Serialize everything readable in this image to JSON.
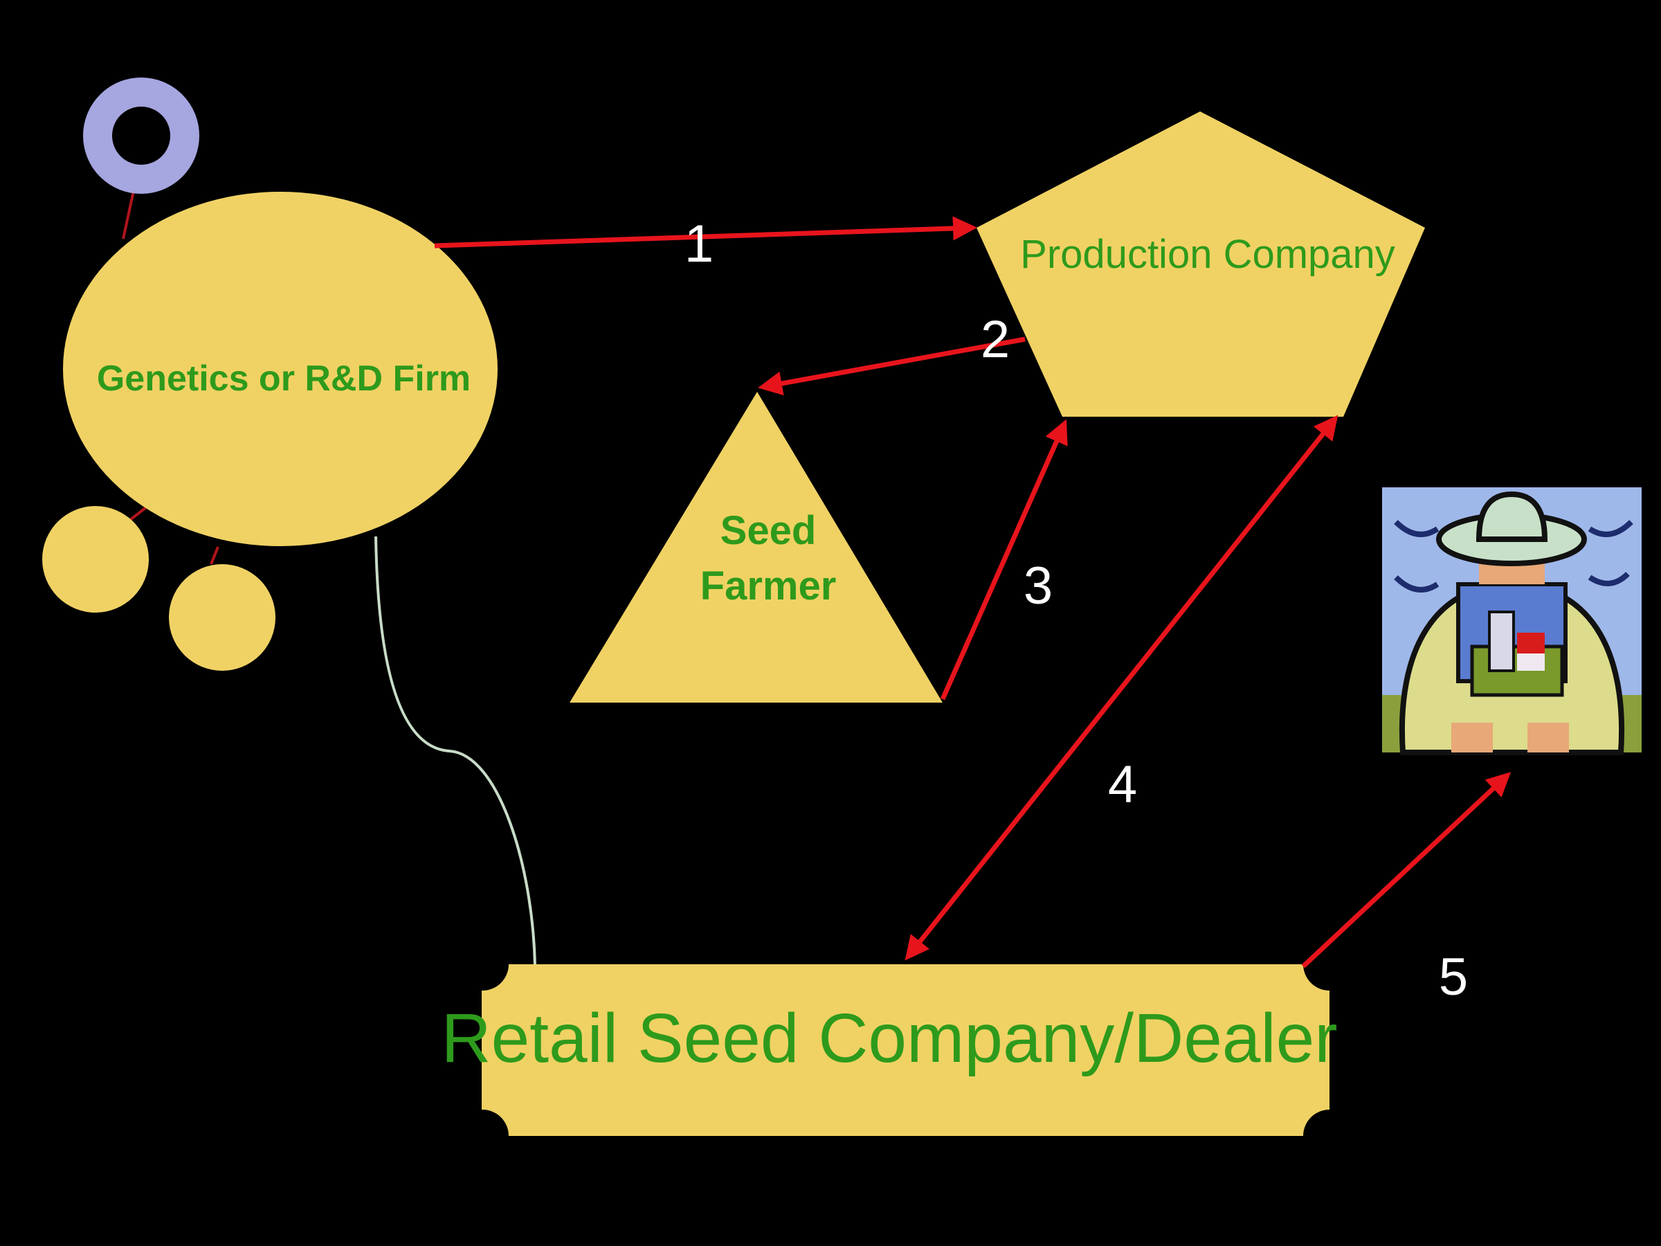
{
  "nodes": {
    "genetics": "Genetics or R&D Firm",
    "production": "Production Company",
    "seed_farmer_line1": "Seed",
    "seed_farmer_line2": "Farmer",
    "retail": "Retail Seed Company/Dealer"
  },
  "steps": [
    "1",
    "2",
    "3",
    "4",
    "5"
  ],
  "colors": {
    "background": "#000000",
    "shape_fill": "#f0d264",
    "label_green": "#2e9a1c",
    "arrow_red": "#e8141c",
    "ring": "#a6a6e0"
  },
  "icons": {
    "farmer": "farmer-clipart-icon"
  }
}
